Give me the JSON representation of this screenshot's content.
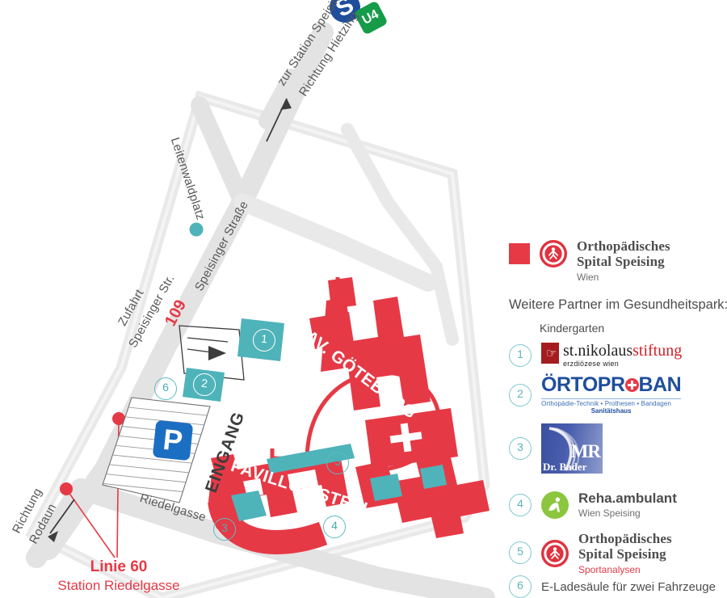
{
  "map": {
    "transit": {
      "sbahn_label": "S",
      "u4_label": "U4",
      "direction_line1": "zur Station Speising",
      "direction_line2": "Richtung Hietzing"
    },
    "streets": [
      {
        "id": "leitenwaldplatz",
        "label": "Leitenwaldplatz"
      },
      {
        "id": "speisinger-strasse",
        "label": "Speisinger Straße"
      },
      {
        "id": "zufahrt-line1",
        "label": "Zufahrt"
      },
      {
        "id": "zufahrt-line2",
        "label": "Speisinger Str."
      },
      {
        "id": "riedelgasse",
        "label": "Riedelgasse"
      }
    ],
    "bus_line_number": "109",
    "direction_rodaun_line1": "Richtung",
    "direction_rodaun_line2": "Rodaun",
    "tram": {
      "line": "Linie 60",
      "station": "Station Riedelgasse"
    },
    "parking_symbol": "P",
    "buildings": [
      {
        "id": "pav-goteborg",
        "label": "PAV. GÖTEBORG"
      },
      {
        "id": "pavillon-steyl",
        "label": "PAVILLON STEYL"
      }
    ],
    "entrance_label": "EINGANG",
    "markers": [
      "1",
      "2",
      "3",
      "4",
      "5",
      "6"
    ]
  },
  "legend": {
    "main": {
      "title_line1": "Orthopädisches",
      "title_line2": "Spital Speising",
      "subtitle": "Wien"
    },
    "partners_title": "Weitere Partner im Gesundheitspark:",
    "items": [
      {
        "num": "1",
        "caption": "Kindergarten",
        "name_black": "st.nikolaus",
        "name_red": "stiftung",
        "sub": "erzdiözese wien"
      },
      {
        "num": "2",
        "name": "ÖRTOPRØBAN",
        "name_part1": "ÖRTOPR",
        "name_part2": "BAN",
        "sub": "Orthopädie-Technik • Prothesen • Bandagen",
        "sub2": "Sanitätshaus"
      },
      {
        "num": "3",
        "name": "MR",
        "sub": "Dr. Bader"
      },
      {
        "num": "4",
        "name": "Reha.ambulant",
        "sub": "Wien Speising"
      },
      {
        "num": "5",
        "title_line1": "Orthopädisches",
        "title_line2": "Spital Speising",
        "sub": "Sportanalysen"
      },
      {
        "num": "6",
        "text": "E-Ladesäule für zwei Fahrzeuge"
      }
    ]
  },
  "colors": {
    "building_red": "#e63946",
    "teal": "#4fb3ba",
    "road_gray": "#e3e3e3",
    "text_gray": "#58595b",
    "sbahn_blue": "#1f4e9c",
    "u4_green": "#169b49",
    "parking_blue": "#1b6fc2",
    "reha_green": "#8cc63f"
  }
}
